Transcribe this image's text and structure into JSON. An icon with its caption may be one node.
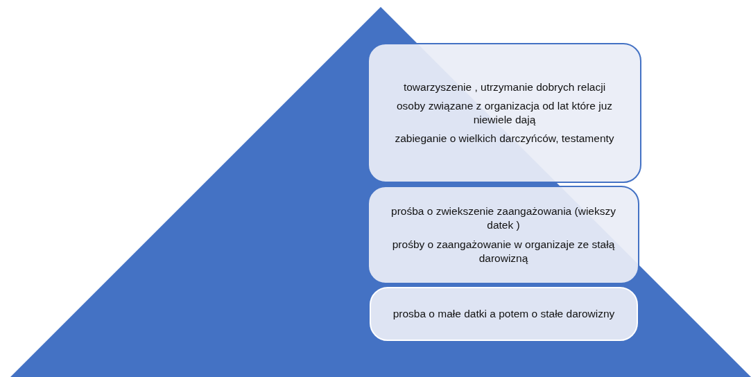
{
  "diagram": {
    "nodes": [
      {
        "text": [
          "towarzyszenie , utrzymanie dobrych relacji",
          "osoby związane z organizacja od lat które juz niewiele dają",
          "zabieganie o wielkich darczyńców, testamenty"
        ]
      },
      {
        "text": [
          "prośba o zwiekszenie zaangażowania (wiekszy datek )",
          "prośby o zaangażowanie w organizaje ze stałą darowizną"
        ]
      },
      {
        "text": [
          "prosba o małe datki a potem o stałe darowizny"
        ]
      }
    ]
  }
}
